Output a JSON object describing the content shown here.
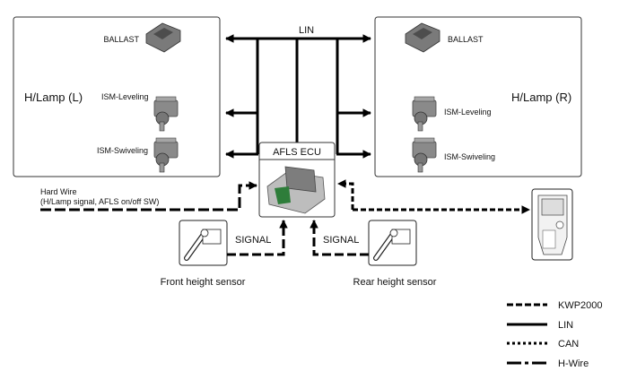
{
  "left_lamp": {
    "title": "H/Lamp (L)",
    "ballast": "BALLAST",
    "leveling": "ISM-Leveling",
    "swiveling": "ISM-Swiveling"
  },
  "right_lamp": {
    "title": "H/Lamp (R)",
    "ballast": "BALLAST",
    "leveling": "ISM-Leveling",
    "swiveling": "ISM-Swiveling"
  },
  "bus_label": "LIN",
  "ecu": {
    "title": "AFLS ECU"
  },
  "hard_wire": {
    "line1": "Hard Wire",
    "line2": "(H/Lamp signal, AFLS on/off SW)"
  },
  "front_sensor": {
    "label": "Front height sensor",
    "signal": "SIGNAL"
  },
  "rear_sensor": {
    "label": "Rear height sensor",
    "signal": "SIGNAL"
  },
  "legend": [
    {
      "label": "KWP2000",
      "style": "dashed"
    },
    {
      "label": "LIN",
      "style": "solid"
    },
    {
      "label": "CAN",
      "style": "dotted"
    },
    {
      "label": "H-Wire",
      "style": "long-dash"
    }
  ],
  "colors": {
    "line": "#000000",
    "box_border": "#333333",
    "component": "#6e6e6e",
    "ecu_board": "#2e7d3a"
  }
}
